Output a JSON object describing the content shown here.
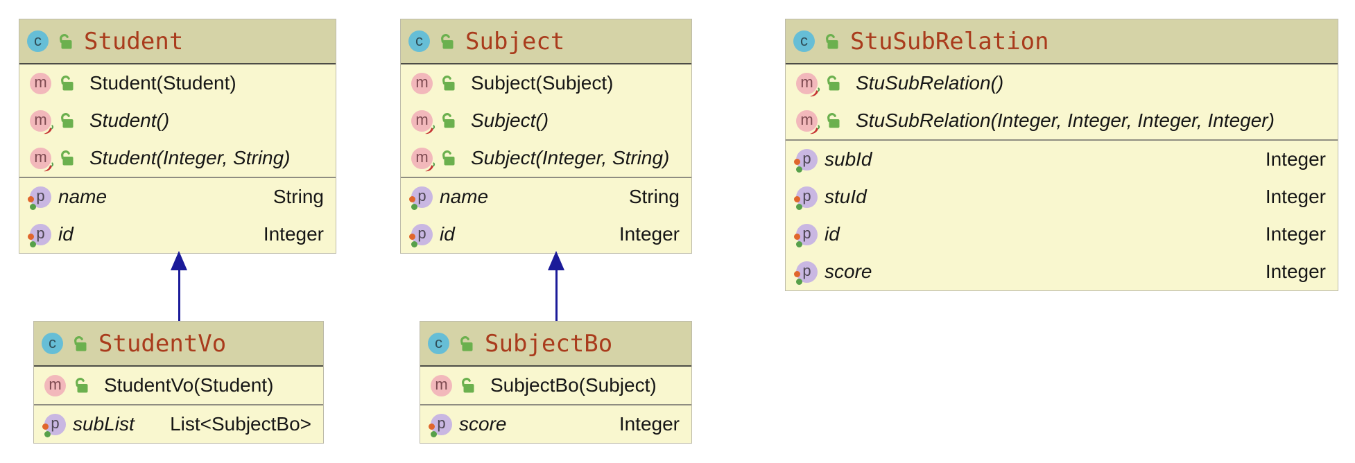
{
  "app": {
    "view": "uml-class-diagram"
  },
  "icons": {
    "class_letter": "c",
    "method_letter": "m",
    "property_letter": "p",
    "lock": "unlocked-padlock",
    "lombok_badge": "red-pepper",
    "getter_dot": "orange-dot",
    "setter_dot": "green-dot"
  },
  "colors": {
    "canvas_bg": "#ffffff",
    "header_bg": "#d5d3a7",
    "body_bg": "#f9f7cf",
    "box_border": "#bcbaa9",
    "header_separator": "#4c4c46",
    "section_separator": "#8f8d81",
    "class_title": "#a93b1c",
    "member_text": "#161616",
    "class_badge": "#66bed6",
    "method_badge": "#f2b8bb",
    "property_badge": "#c9b7e2",
    "lock_green": "#6bb04e",
    "pepper_red": "#c63333",
    "dot_orange": "#e0662c",
    "dot_green": "#57a04a",
    "arrow": "#1b1b99"
  },
  "classes": [
    {
      "id": "student",
      "name": "Student",
      "methods": [
        {
          "label": "Student(Student)",
          "generated": false
        },
        {
          "label": "Student()",
          "generated": true
        },
        {
          "label": "Student(Integer, String)",
          "generated": true
        }
      ],
      "properties": [
        {
          "name": "name",
          "type": "String"
        },
        {
          "name": "id",
          "type": "Integer"
        }
      ]
    },
    {
      "id": "subject",
      "name": "Subject",
      "methods": [
        {
          "label": "Subject(Subject)",
          "generated": false
        },
        {
          "label": "Subject()",
          "generated": true
        },
        {
          "label": "Subject(Integer, String)",
          "generated": true
        }
      ],
      "properties": [
        {
          "name": "name",
          "type": "String"
        },
        {
          "name": "id",
          "type": "Integer"
        }
      ]
    },
    {
      "id": "stusubrelation",
      "name": "StuSubRelation",
      "methods": [
        {
          "label": "StuSubRelation()",
          "generated": true
        },
        {
          "label": "StuSubRelation(Integer, Integer, Integer, Integer)",
          "generated": true
        }
      ],
      "properties": [
        {
          "name": "subId",
          "type": "Integer"
        },
        {
          "name": "stuId",
          "type": "Integer"
        },
        {
          "name": "id",
          "type": "Integer"
        },
        {
          "name": "score",
          "type": "Integer"
        }
      ]
    },
    {
      "id": "studentvo",
      "name": "StudentVo",
      "methods": [
        {
          "label": "StudentVo(Student)",
          "generated": false
        }
      ],
      "properties": [
        {
          "name": "subList",
          "type": "List<SubjectBo>"
        }
      ]
    },
    {
      "id": "subjectbo",
      "name": "SubjectBo",
      "methods": [
        {
          "label": "SubjectBo(Subject)",
          "generated": false
        }
      ],
      "properties": [
        {
          "name": "score",
          "type": "Integer"
        }
      ]
    }
  ],
  "relations": [
    {
      "from": "StudentVo",
      "to": "Student",
      "kind": "inheritance"
    },
    {
      "from": "SubjectBo",
      "to": "Subject",
      "kind": "inheritance"
    }
  ]
}
